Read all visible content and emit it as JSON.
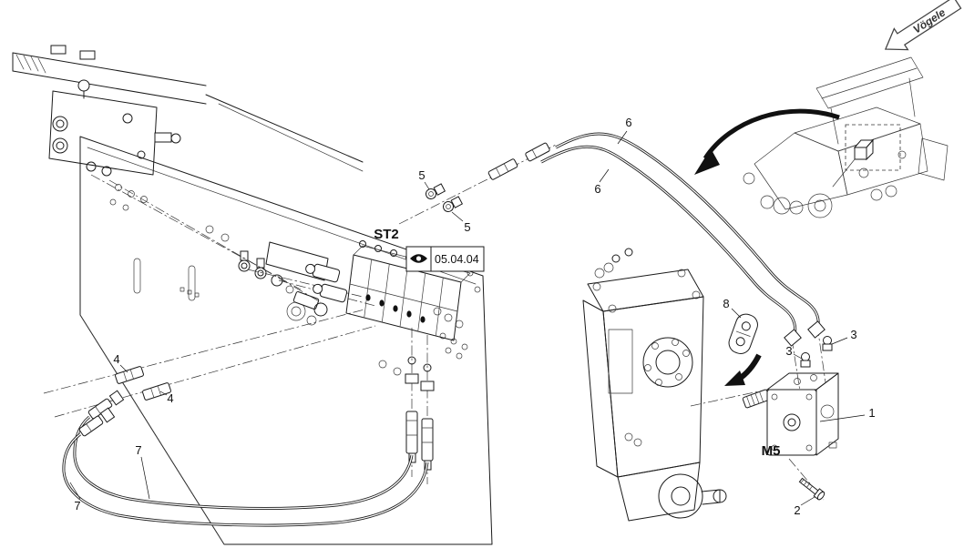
{
  "logo": {
    "brand": "Vögele"
  },
  "reference": {
    "chapter": "05.04.04"
  },
  "components": {
    "valve_bank": "ST2",
    "motor": "M5"
  },
  "part_labels": {
    "p1": "1",
    "p2": "2",
    "p3a": "3",
    "p3b": "3",
    "p4a": "4",
    "p4b": "4",
    "p5a": "5",
    "p5b": "5",
    "p6a": "6",
    "p6b": "6",
    "p7a": "7",
    "p7b": "7",
    "p8": "8"
  },
  "colors": {
    "line": "#1b1b1b",
    "background": "#ffffff"
  }
}
